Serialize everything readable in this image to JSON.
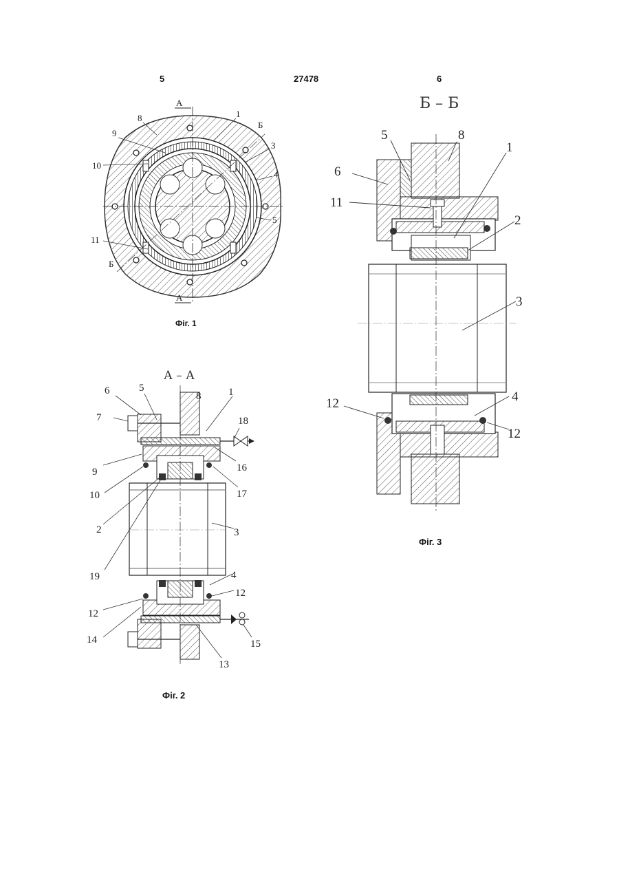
{
  "header": {
    "page_left": "5",
    "patent_number": "27478",
    "page_right": "6"
  },
  "fig1": {
    "caption": "Фіг. 1",
    "section_marks": [
      "А",
      "А",
      "Б",
      "Б"
    ],
    "labels": [
      "8",
      "1",
      "9",
      "3",
      "10",
      "4",
      "5",
      "11"
    ]
  },
  "fig2": {
    "title": "А – А",
    "caption": "Фіг. 2",
    "labels": [
      "6",
      "5",
      "8",
      "1",
      "7",
      "18",
      "16",
      "9",
      "17",
      "10",
      "2",
      "3",
      "19",
      "4",
      "12",
      "12",
      "14",
      "15",
      "13"
    ]
  },
  "fig3": {
    "title": "Б – Б",
    "caption": "Фіг. 3",
    "labels": [
      "5",
      "8",
      "1",
      "6",
      "11",
      "2",
      "3",
      "12",
      "4",
      "12"
    ]
  }
}
